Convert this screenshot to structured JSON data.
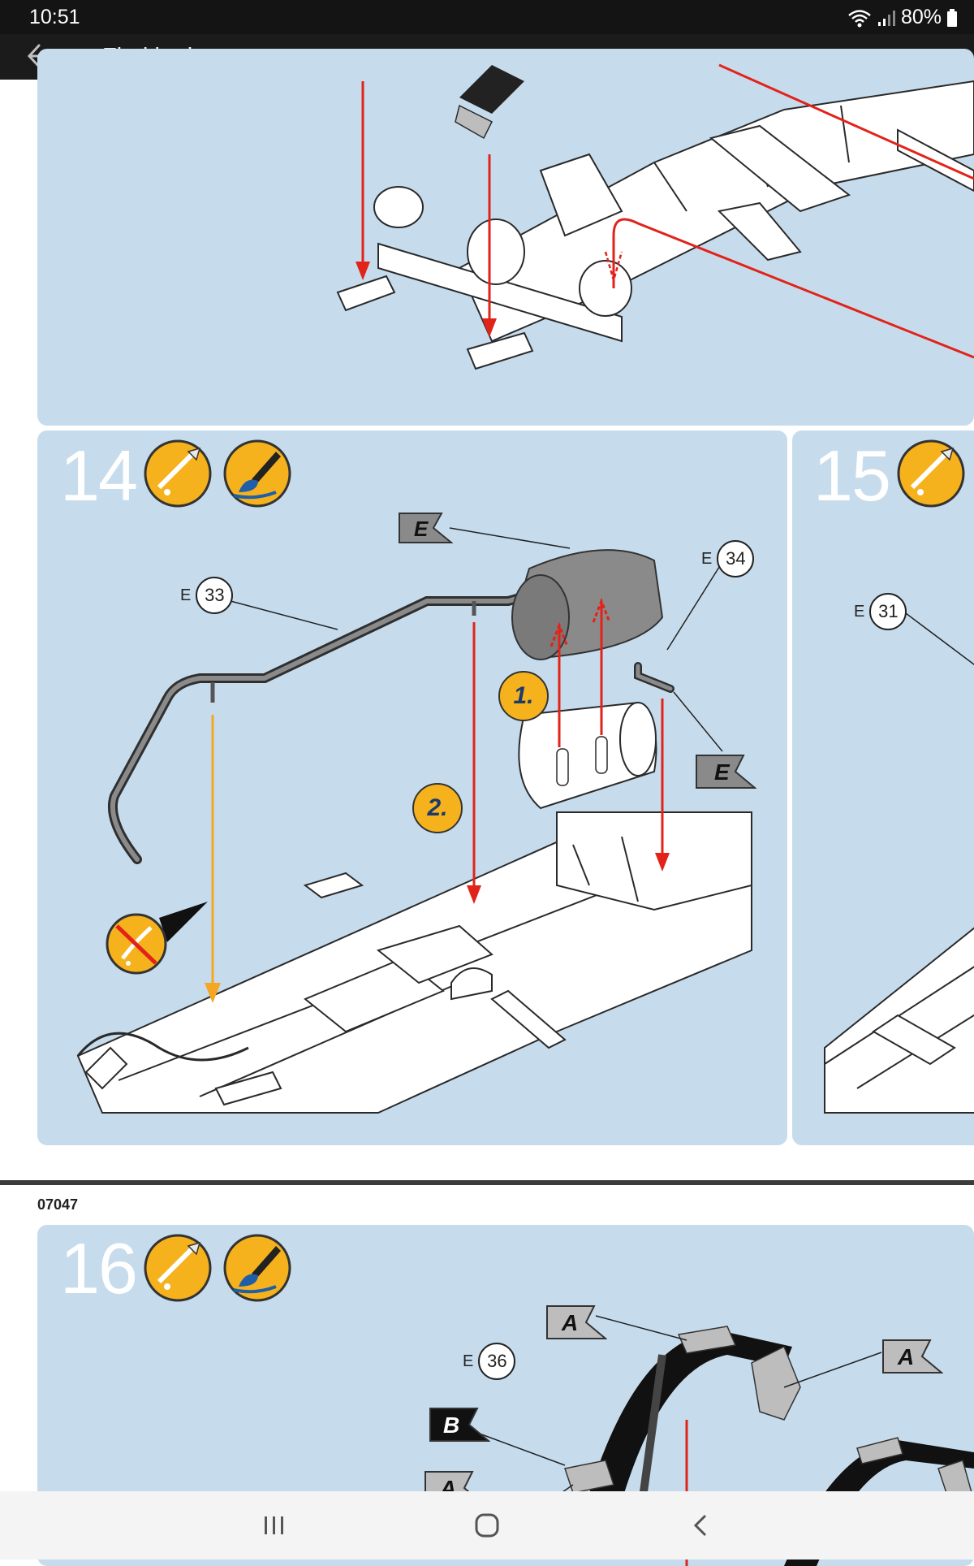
{
  "status_bar": {
    "time": "10:51",
    "battery": "80%"
  },
  "find_bar": {
    "placeholder": "Find in document"
  },
  "steps": [
    {
      "number": "14"
    },
    {
      "number": "15"
    },
    {
      "number": "16"
    }
  ],
  "step14": {
    "part_e33": {
      "letter": "E",
      "num": "33"
    },
    "part_e34": {
      "letter": "E",
      "num": "34"
    },
    "sprue_flag_top": "E",
    "sprue_flag_right": "E",
    "order_1": "1.",
    "order_2": "2."
  },
  "step15": {
    "part_e31": {
      "letter": "E",
      "num": "31"
    }
  },
  "page_code": "07047",
  "step16": {
    "part_e36": {
      "letter": "E",
      "num": "36"
    },
    "flag_a1": "A",
    "flag_a2": "A",
    "flag_b": "B",
    "flag_a3": "A"
  },
  "colors": {
    "panel_bg": "#c6dced",
    "arrow_red": "#e2231a",
    "arrow_orange": "#f5a623",
    "badge_orange": "#f5b21c"
  }
}
